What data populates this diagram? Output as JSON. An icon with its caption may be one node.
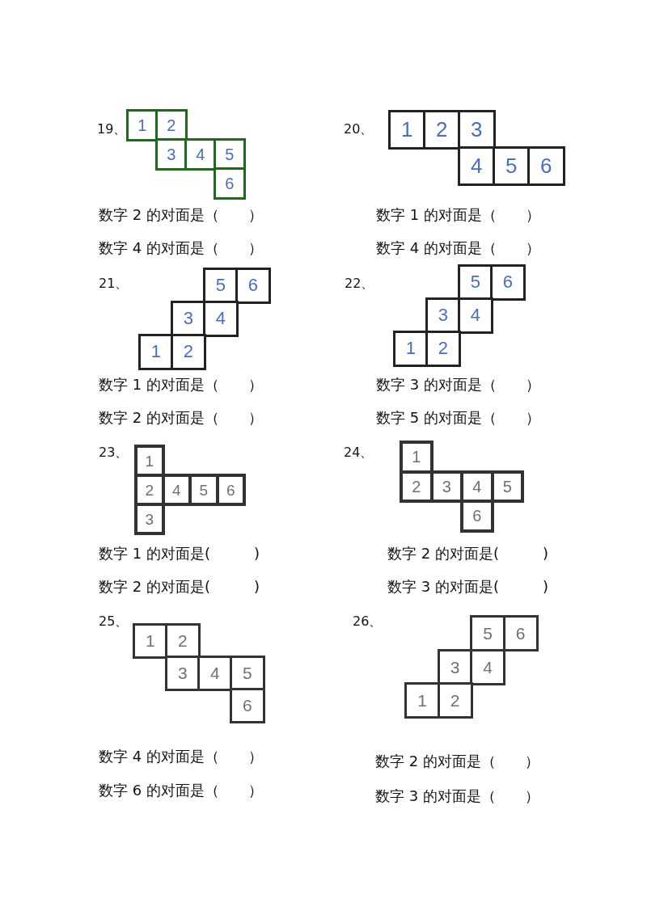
{
  "diagram": {
    "nodes": [
      {
        "text": [
          "1"
        ]
      },
      {
        "text": [
          "2"
        ]
      },
      {
        "text": [
          "3"
        ]
      },
      {
        "text": [
          "4"
        ]
      },
      {
        "text": [
          "5"
        ]
      },
      {
        "text": [
          "6"
        ]
      },
      {
        "text": [
          "1"
        ]
      },
      {
        "text": [
          "2"
        ]
      },
      {
        "text": [
          "3"
        ]
      },
      {
        "text": [
          "4"
        ]
      },
      {
        "text": [
          "5"
        ]
      },
      {
        "text": [
          "6"
        ]
      },
      {
        "text": [
          "5"
        ]
      },
      {
        "text": [
          "6"
        ]
      },
      {
        "text": [
          "3"
        ]
      },
      {
        "text": [
          "4"
        ]
      },
      {
        "text": [
          "1"
        ]
      },
      {
        "text": [
          "2"
        ]
      },
      {
        "text": [
          "5"
        ]
      },
      {
        "text": [
          "6"
        ]
      },
      {
        "text": [
          "3"
        ]
      },
      {
        "text": [
          "4"
        ]
      },
      {
        "text": [
          "1"
        ]
      },
      {
        "text": [
          "2"
        ]
      },
      {
        "text": [
          "1"
        ]
      },
      {
        "text": [
          "2"
        ]
      },
      {
        "text": [
          "4"
        ]
      },
      {
        "text": [
          "5"
        ]
      },
      {
        "text": [
          "6"
        ]
      },
      {
        "text": [
          "3"
        ]
      },
      {
        "text": [
          "1"
        ]
      },
      {
        "text": [
          "2"
        ]
      },
      {
        "text": [
          "3"
        ]
      },
      {
        "text": [
          "4"
        ]
      },
      {
        "text": [
          "5"
        ]
      },
      {
        "text": [
          "6"
        ]
      },
      {
        "text": [
          "1"
        ]
      },
      {
        "text": [
          "2"
        ]
      },
      {
        "text": [
          "3"
        ]
      },
      {
        "text": [
          "4"
        ]
      },
      {
        "text": [
          "5"
        ]
      },
      {
        "text": [
          "6"
        ]
      },
      {
        "text": [
          "5"
        ]
      },
      {
        "text": [
          "6"
        ]
      },
      {
        "text": [
          "3"
        ]
      },
      {
        "text": [
          "4"
        ]
      },
      {
        "text": [
          "1"
        ]
      },
      {
        "text": [
          "2"
        ]
      }
    ],
    "labels": [
      "19、",
      "数字 2 的对面是（　　）",
      "数字 4 的对面是（　　）",
      "20、",
      "数字 1 的对面是（　　）",
      "数字 4 的对面是（　　）",
      "21、",
      "数字 1 的对面是（　　）",
      "数字 2 的对面是（　　）",
      "22、",
      "数字 3 的对面是（　　）",
      "数字 5 的对面是（　　）",
      "23、",
      "数字 1 的对面是(　　　)",
      "数字 2 的对面是(　　　)",
      "24、",
      "数字 2 的对面是(　　　)",
      "数字 3 的对面是(　　　)",
      "25、",
      "数字 4 的对面是（　　）",
      "数字 6 的对面是（　　）",
      "26、",
      "数字 2 的对面是（　　）",
      "数字 3 的对面是（　　）"
    ]
  }
}
